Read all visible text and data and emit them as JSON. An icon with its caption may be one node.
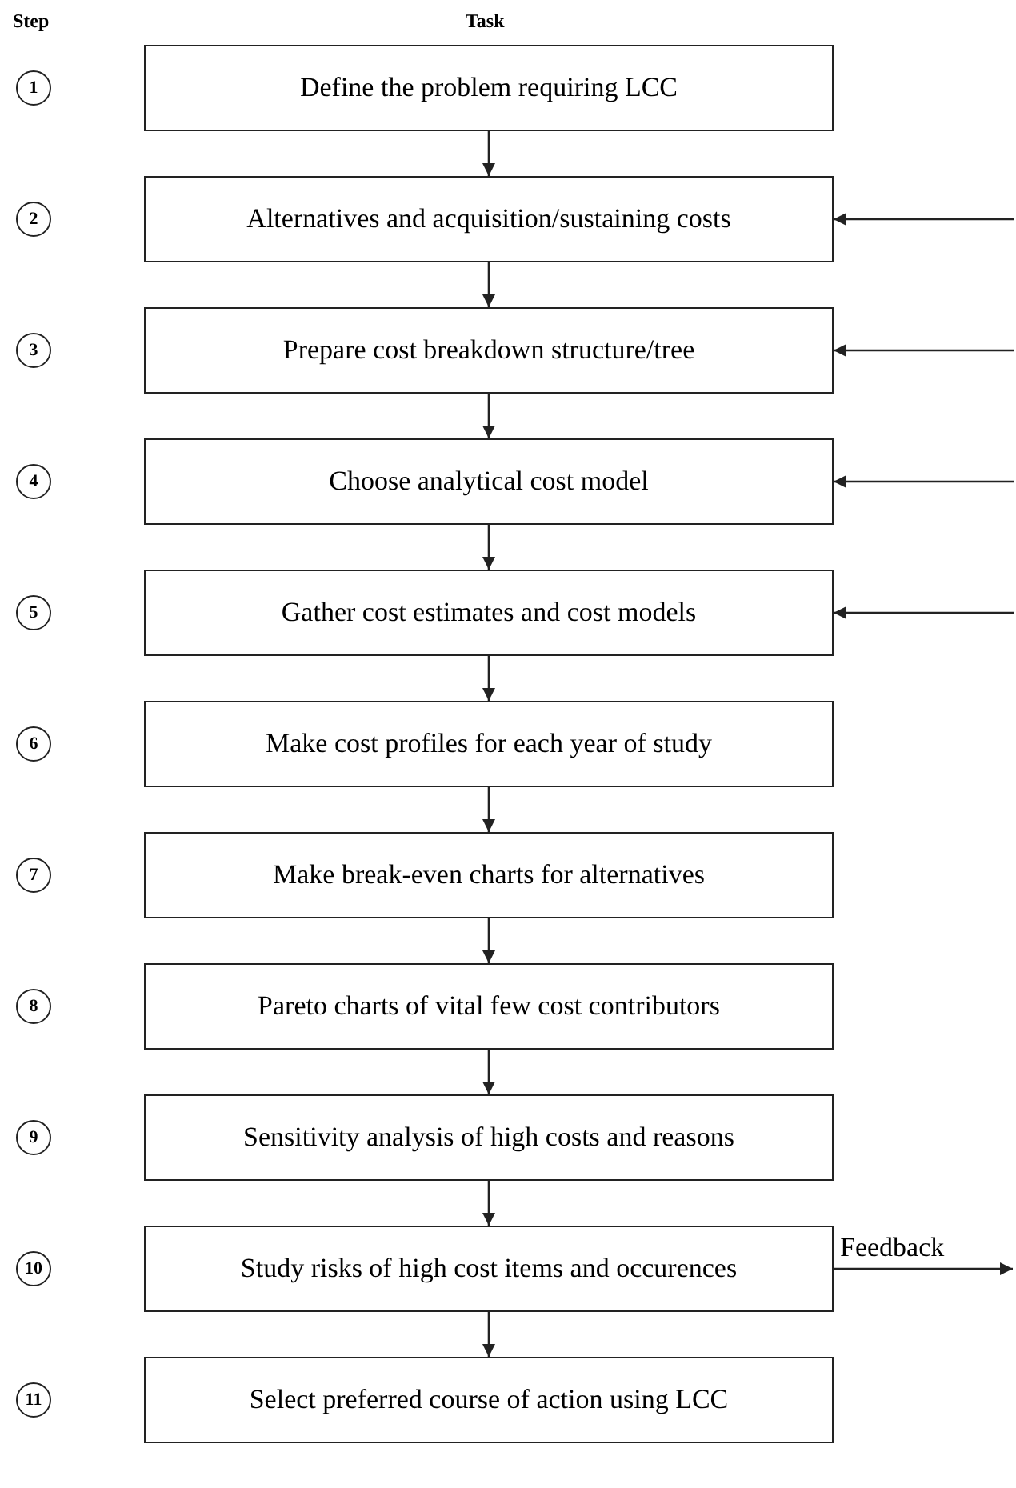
{
  "diagram": {
    "nodes": [
      {
        "text": [
          "1"
        ]
      },
      {
        "text": [
          "Define the problem requiring LCC"
        ]
      },
      {
        "text": [
          "2"
        ]
      },
      {
        "text": [
          "Alternatives and acquisition/sustaining costs"
        ]
      },
      {
        "text": [
          "3"
        ]
      },
      {
        "text": [
          "Prepare cost breakdown structure/tree"
        ]
      },
      {
        "text": [
          "4"
        ]
      },
      {
        "text": [
          "Choose analytical cost model"
        ]
      },
      {
        "text": [
          "5"
        ]
      },
      {
        "text": [
          "Gather cost estimates and cost models"
        ]
      },
      {
        "text": [
          "6"
        ]
      },
      {
        "text": [
          "Make cost profiles for each year of study"
        ]
      },
      {
        "text": [
          "7"
        ]
      },
      {
        "text": [
          "Make break-even charts for alternatives"
        ]
      },
      {
        "text": [
          "8"
        ]
      },
      {
        "text": [
          "Pareto charts of vital few cost contributors"
        ]
      },
      {
        "text": [
          "9"
        ]
      },
      {
        "text": [
          "Sensitivity analysis of high costs and reasons"
        ]
      },
      {
        "text": [
          "10"
        ]
      },
      {
        "text": [
          "Study risks of high cost items and occurences"
        ]
      },
      {
        "text": [
          "11"
        ]
      },
      {
        "text": [
          "Select preferred course of action using LCC"
        ]
      }
    ],
    "edges": [
      {
        "from": 1,
        "to": 3,
        "arrow": "to"
      },
      {
        "from": 3,
        "to": 5,
        "arrow": "to"
      },
      {
        "from": 5,
        "to": 7,
        "arrow": "to"
      },
      {
        "from": 7,
        "to": 9,
        "arrow": "to"
      },
      {
        "from": 9,
        "to": 11,
        "arrow": "to"
      },
      {
        "from": 11,
        "to": 13,
        "arrow": "to"
      },
      {
        "from": 13,
        "to": 15,
        "arrow": "to"
      },
      {
        "from": 15,
        "to": 17,
        "arrow": "to"
      },
      {
        "from": 17,
        "to": 19,
        "arrow": "to"
      },
      {
        "from": 19,
        "to": 21,
        "arrow": "to"
      },
      {
        "from": null,
        "to": 3,
        "arrow": "to"
      },
      {
        "from": null,
        "to": 5,
        "arrow": "to"
      },
      {
        "from": null,
        "to": 7,
        "arrow": "to"
      },
      {
        "from": null,
        "to": 9,
        "arrow": "to"
      },
      {
        "from": 19,
        "to": null,
        "arrow": "to",
        "label": "Feedback"
      }
    ],
    "labels": [
      "Step",
      "Task"
    ]
  }
}
